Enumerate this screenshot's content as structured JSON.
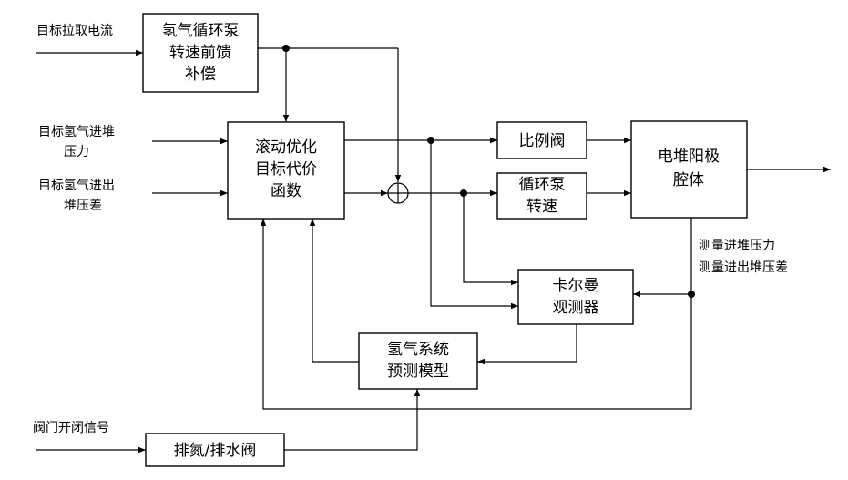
{
  "blocks": {
    "feedforward": [
      "氢气循环泵",
      "转速前馈",
      "补偿"
    ],
    "cost": [
      "滚动优化",
      "目标代价",
      "函数"
    ],
    "valve": [
      "比例阀"
    ],
    "pump": [
      "循环泵",
      "转速"
    ],
    "stack": [
      "电堆阳极",
      "腔体"
    ],
    "kalman": [
      "卡尔曼",
      "观测器"
    ],
    "model": [
      "氢气系统",
      "预测模型"
    ],
    "purge": [
      "排氮/排水阀"
    ]
  },
  "labels": {
    "target_current": "目标拉取电流",
    "target_pressure": [
      "目标氢气进堆",
      "压力"
    ],
    "target_diff": [
      "目标氢气进出",
      "堆压差"
    ],
    "measure_pressure": "测量进堆压力",
    "measure_diff": "测量进出堆压差",
    "valve_signal": "阀门开闭信号"
  }
}
